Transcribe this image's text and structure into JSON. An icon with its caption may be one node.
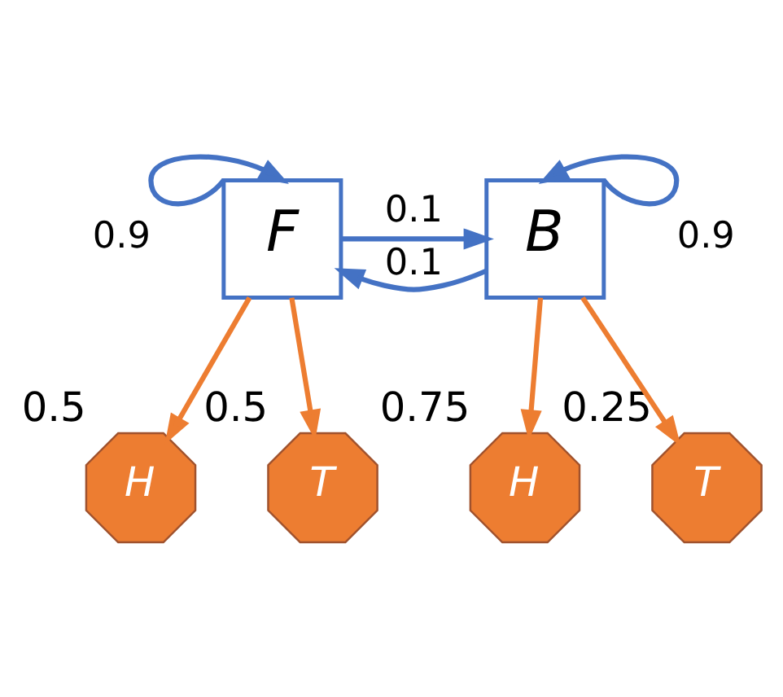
{
  "diagram": {
    "nodes": [
      {
        "text": [
          "F"
        ]
      },
      {
        "text": [
          "B"
        ]
      },
      {
        "text": [
          "H"
        ],
        "beside": [
          "0.5"
        ]
      },
      {
        "text": [
          "T"
        ],
        "beside": [
          "0.5"
        ]
      },
      {
        "text": [
          "H"
        ],
        "beside": [
          "0.75"
        ]
      },
      {
        "text": [
          "T"
        ],
        "beside": [
          "0.25"
        ]
      }
    ],
    "edges": [
      {
        "from": 0,
        "to": 0,
        "arrow": "to",
        "label": "0.9",
        "color": "#4472c4"
      },
      {
        "from": 0,
        "to": 1,
        "arrow": "to",
        "label": "0.1",
        "color": "#4472c4"
      },
      {
        "from": 1,
        "to": 0,
        "arrow": "to",
        "label": "0.1",
        "color": "#4472c4"
      },
      {
        "from": 1,
        "to": 1,
        "arrow": "to",
        "label": "0.9",
        "color": "#4472c4"
      },
      {
        "from": 0,
        "to": 2,
        "arrow": "to",
        "color": "#ed7d31"
      },
      {
        "from": 0,
        "to": 3,
        "arrow": "to",
        "color": "#ed7d31"
      },
      {
        "from": 1,
        "to": 4,
        "arrow": "to",
        "color": "#ed7d31"
      },
      {
        "from": 1,
        "to": 5,
        "arrow": "to",
        "color": "#ed7d31"
      }
    ]
  }
}
